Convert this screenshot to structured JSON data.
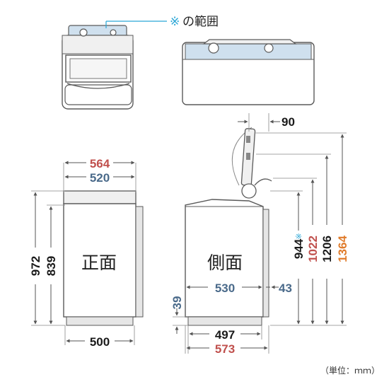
{
  "note": {
    "mark": "※",
    "text": "の範囲"
  },
  "views": {
    "front_label": "正面",
    "side_label": "側面"
  },
  "unit_label": "（単位：ｍｍ）",
  "dims": {
    "w564": "564",
    "w520": "520",
    "w500": "500",
    "h972": "972",
    "h839": "839",
    "w530": "530",
    "d43": "43",
    "d39": "39",
    "w497": "497",
    "w573": "573",
    "d90": "90",
    "h944": "944",
    "h944_mark": "※",
    "h1022": "1022",
    "h1206": "1206",
    "h1364": "1364"
  },
  "colors": {
    "red": "#c0504d",
    "blue": "#4a6a8a",
    "orange": "#e07b2a",
    "cyan": "#2aa6d6",
    "black": "#1a1a1a",
    "outline": "#5a5a5a",
    "fill_gray": "#e6e6e6",
    "fill_blue": "#cfe0ee"
  }
}
